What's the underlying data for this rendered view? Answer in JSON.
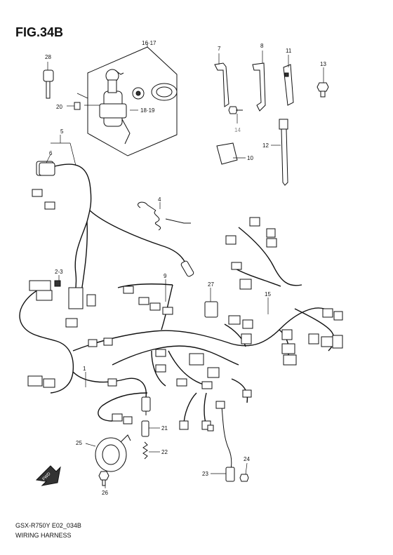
{
  "figure": {
    "title": "FIG.34B",
    "model_code": "GSX-R750Y E02_034B",
    "caption": "WIRING HARNESS"
  },
  "callouts": {
    "c1": "1",
    "c23": "2-3",
    "c4": "4",
    "c5": "5",
    "c6": "6",
    "c7": "7",
    "c8": "8",
    "c9": "9",
    "c10": "10",
    "c11": "11",
    "c12": "12",
    "c13": "13",
    "c14": "14",
    "c15": "15",
    "c1617": "16·17",
    "c1819": "18·19",
    "c20": "20",
    "c21": "21",
    "c22": "22",
    "c23b": "23",
    "c24": "24",
    "c25": "25",
    "c26": "26",
    "c27": "27",
    "c28": "28",
    "fwd": "FWD"
  }
}
